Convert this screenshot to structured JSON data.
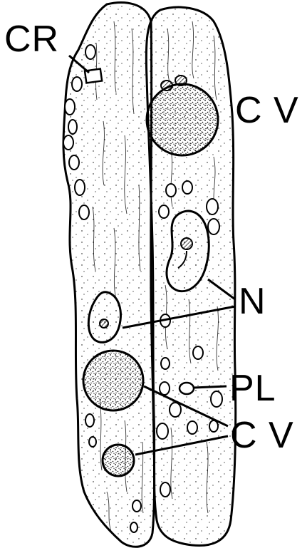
{
  "figure": {
    "labels": {
      "cr": "CR",
      "cv_top": "C V",
      "n": "N",
      "pl": "PL",
      "cv_bottom": "C V"
    },
    "colors": {
      "ink": "#000000",
      "paper": "#ffffff"
    }
  }
}
